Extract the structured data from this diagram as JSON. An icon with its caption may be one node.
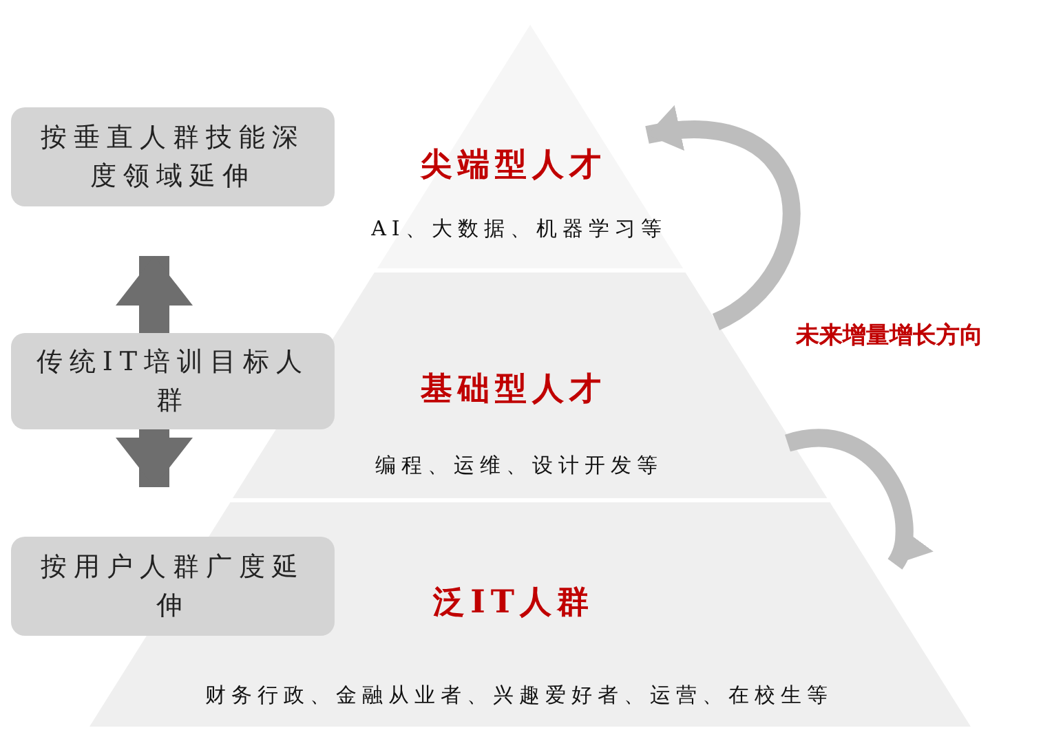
{
  "diagram": {
    "nodes": [
      {
        "text": [
          "按垂直人群技能深度领域延伸"
        ]
      },
      {
        "text": [
          "传统IT培训目标人群"
        ]
      },
      {
        "text": [
          "按用户人群广度延伸"
        ]
      },
      {
        "text": [
          "尖端型人才",
          "AI、大数据、机器学习等"
        ]
      },
      {
        "text": [
          "基础型人才",
          "编程、运维、设计开发等"
        ]
      },
      {
        "text": [
          "泛IT人群",
          "财务行政、金融从业者、兴趣爱好者、运营、在校生等"
        ]
      }
    ],
    "edges": [
      {
        "from": 1,
        "to": 0,
        "arrow": "to",
        "color": "#6e6e6e"
      },
      {
        "from": 1,
        "to": 2,
        "arrow": "to",
        "color": "#6e6e6e"
      },
      {
        "from": 4,
        "to": 3,
        "arrow": "to",
        "color": "#bdbdbd"
      },
      {
        "from": 4,
        "to": 5,
        "arrow": "to",
        "color": "#bdbdbd"
      }
    ],
    "labels": [
      "未来增量增长方向"
    ]
  }
}
